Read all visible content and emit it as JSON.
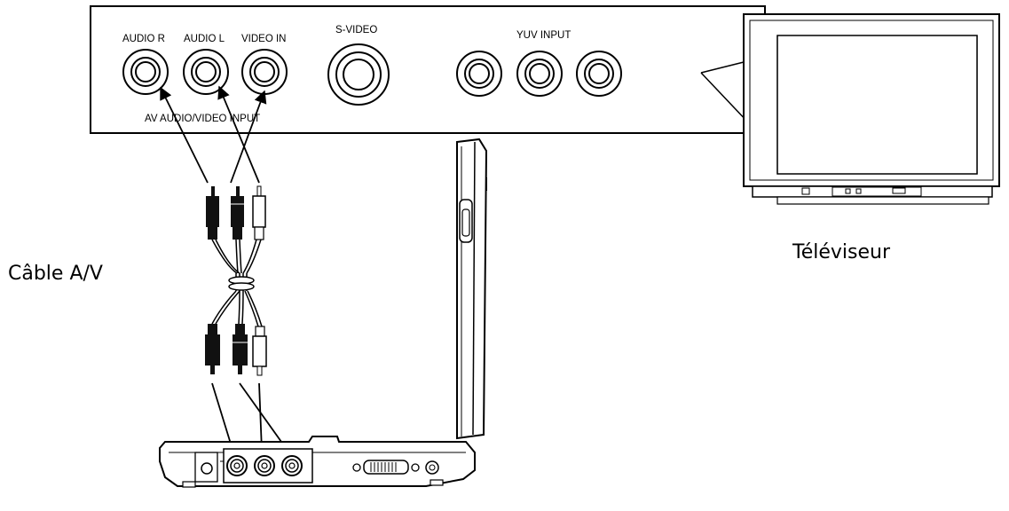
{
  "panel": {
    "audio_r": "AUDIO R",
    "audio_l": "AUDIO L",
    "video_in": "VIDEO IN",
    "s_video": "S-VIDEO",
    "yuv_input": "YUV INPUT",
    "av_input": "AV AUDIO/VIDEO INPUT"
  },
  "labels": {
    "cable": "Câble A/V",
    "tv": "Téléviseur"
  },
  "colors": {
    "stroke": "#000000",
    "plug_dark": "#111111",
    "background": "#ffffff"
  }
}
